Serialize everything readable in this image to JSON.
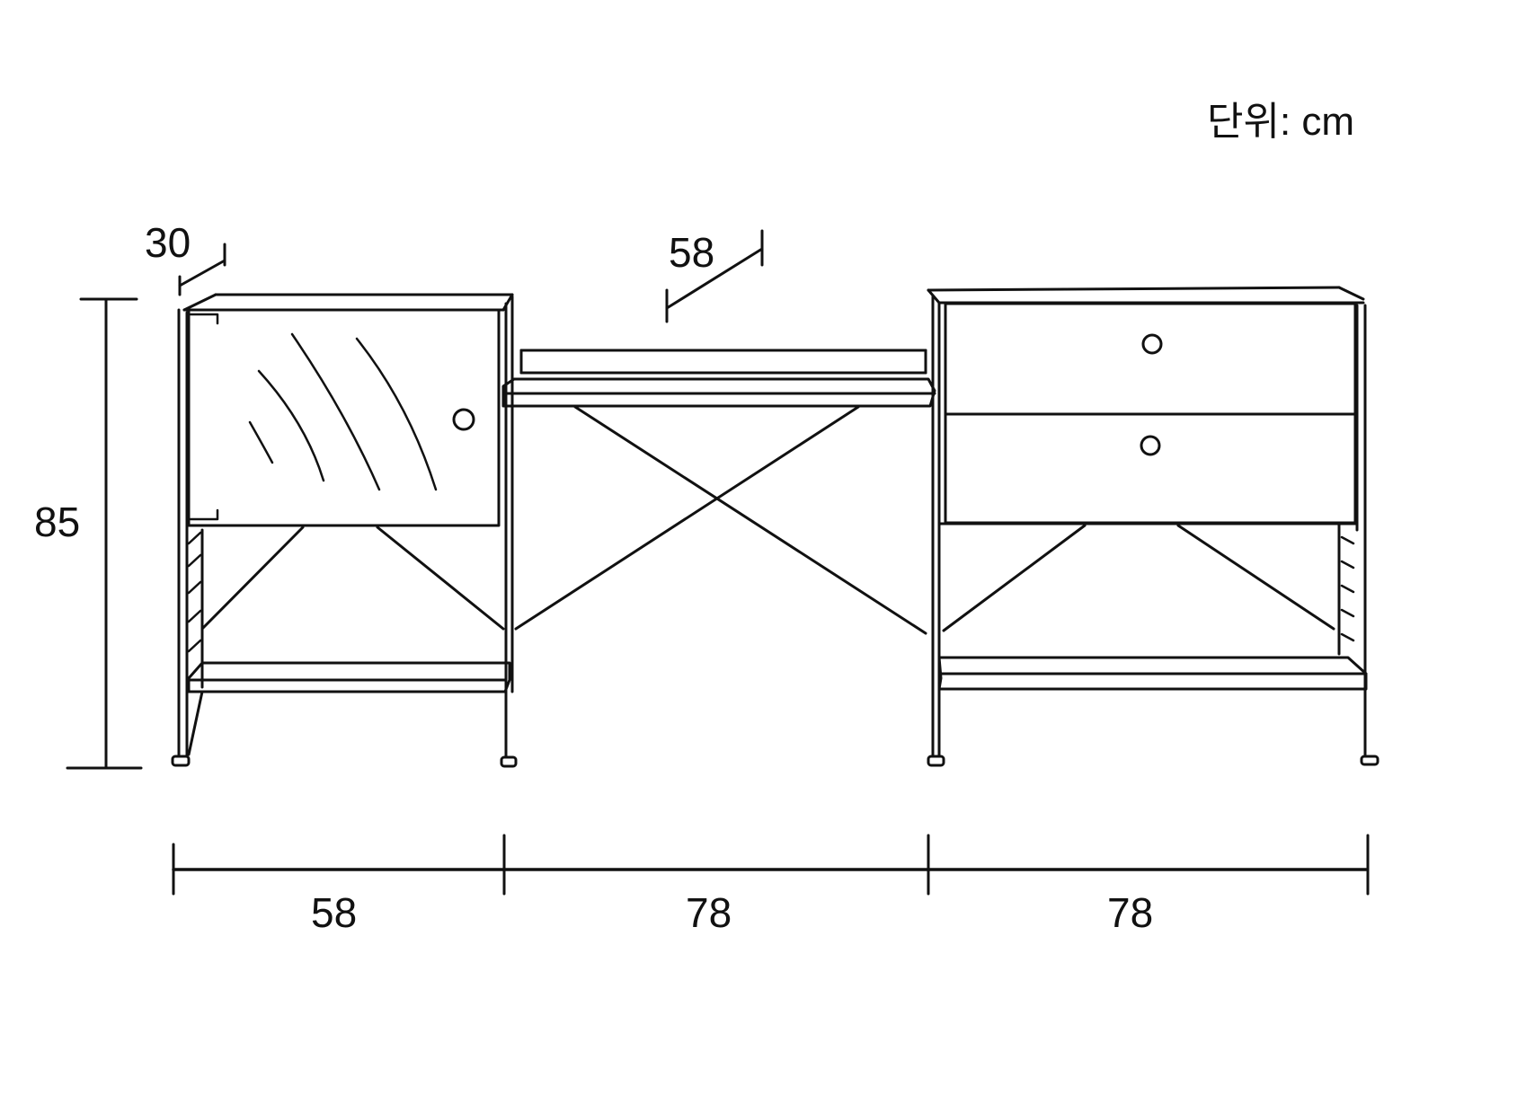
{
  "unit_label": "단위: cm",
  "dimensions": {
    "total_height": "85",
    "depth_left": "30",
    "depth_middle": "58",
    "width_left": "58",
    "width_middle": "78",
    "width_right": "78"
  },
  "colors": {
    "ink": "#111111",
    "background": "#ffffff"
  },
  "components": {
    "left": "glass-door-cabinet",
    "middle": "open-shelf-desk",
    "right": "two-drawer-cabinet"
  }
}
